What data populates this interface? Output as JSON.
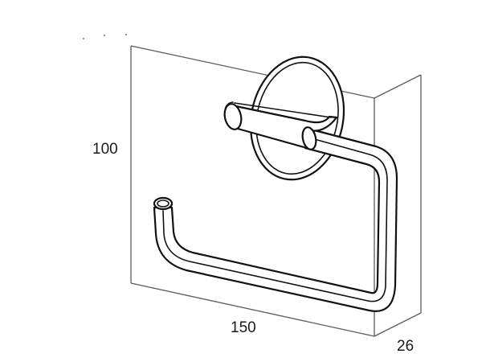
{
  "dimensions": {
    "height": "100",
    "width": "150",
    "depth": "26"
  },
  "colors": {
    "line": "#111111",
    "box": "#5a5a5a",
    "background": "#ffffff"
  }
}
